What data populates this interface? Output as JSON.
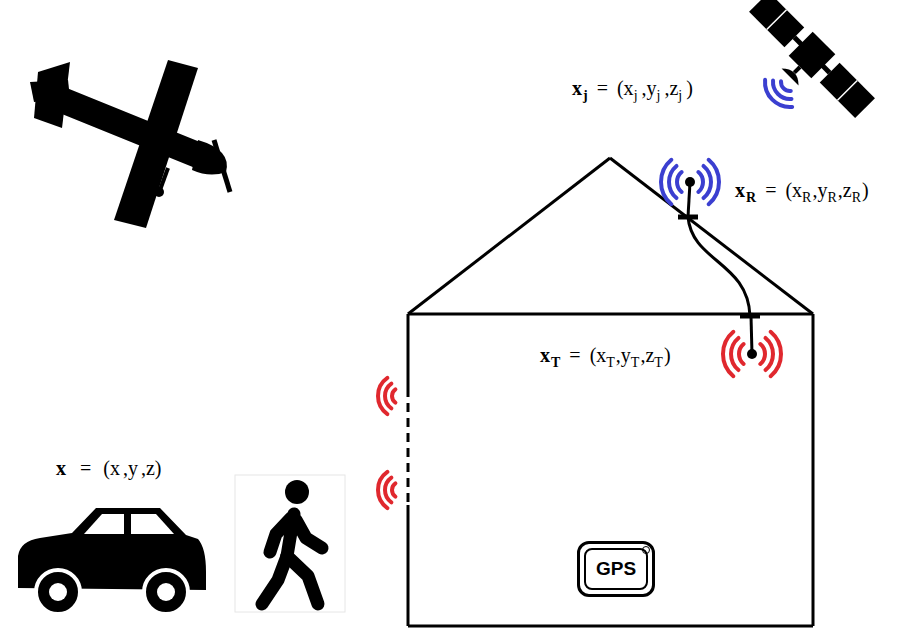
{
  "diagram": {
    "nodes": [
      {
        "text": [
          "GPS"
        ]
      }
    ],
    "labels": [
      "x",
      "j",
      "=",
      "(x",
      "j",
      ",y",
      "j",
      ",z",
      "j",
      ")",
      "x",
      "R",
      "=",
      "(x",
      "R",
      ",y",
      "R",
      ",z",
      "R",
      ")",
      "x",
      "T",
      "=",
      "(x",
      "T",
      ",y",
      "T",
      ",z",
      "T",
      ")",
      "x",
      "=",
      "(x",
      ",y",
      ",z)"
    ]
  }
}
